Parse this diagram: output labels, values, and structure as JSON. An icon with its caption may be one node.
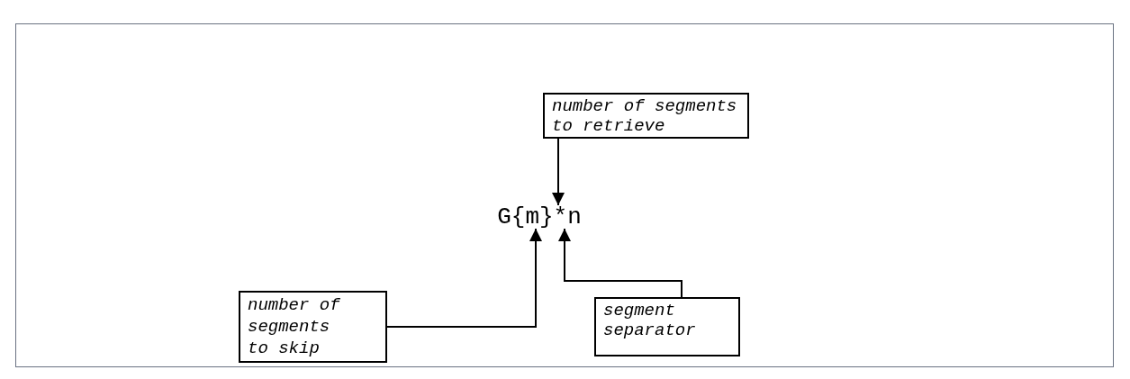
{
  "diagram": {
    "nodes": [
      {
        "text": [
          "number of segments to retrieve"
        ]
      },
      {
        "text": [
          "G{m}*n"
        ]
      },
      {
        "text": [
          "number of segments to skip"
        ]
      },
      {
        "text": [
          "segment separator"
        ]
      }
    ],
    "edges": [
      {
        "from": 0,
        "to": 1,
        "arrow": "to"
      },
      {
        "from": 2,
        "to": 1,
        "arrow": "to"
      },
      {
        "from": 3,
        "to": 1,
        "arrow": "to"
      }
    ]
  }
}
